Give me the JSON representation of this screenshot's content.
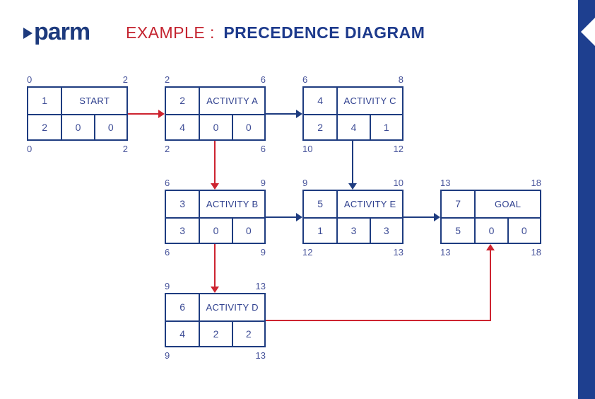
{
  "brand": {
    "logo_text": "parm"
  },
  "title": {
    "prefix": "EXAMPLE :",
    "main": "PRECEDENCE DIAGRAM"
  },
  "colors": {
    "navy": "#1e3c80",
    "red": "#cd2430",
    "title_red": "#c4232f",
    "bar_blue": "#1e3f8f"
  },
  "diagram": {
    "nodes": [
      {
        "name": "START",
        "id": "1",
        "es": "0",
        "ef": "2",
        "ls": "0",
        "lf": "2",
        "bottom": [
          "2",
          "0",
          "0"
        ]
      },
      {
        "name": "ACTIVITY A",
        "id": "2",
        "es": "2",
        "ef": "6",
        "ls": "2",
        "lf": "6",
        "bottom": [
          "4",
          "0",
          "0"
        ]
      },
      {
        "name": "ACTIVITY C",
        "id": "4",
        "es": "6",
        "ef": "8",
        "ls": "10",
        "lf": "12",
        "bottom": [
          "2",
          "4",
          "1"
        ]
      },
      {
        "name": "ACTIVITY B",
        "id": "3",
        "es": "6",
        "ef": "9",
        "ls": "6",
        "lf": "9",
        "bottom": [
          "3",
          "0",
          "0"
        ]
      },
      {
        "name": "ACTIVITY E",
        "id": "5",
        "es": "9",
        "ef": "10",
        "ls": "12",
        "lf": "13",
        "bottom": [
          "1",
          "3",
          "3"
        ]
      },
      {
        "name": "GOAL",
        "id": "7",
        "es": "13",
        "ef": "18",
        "ls": "13",
        "lf": "18",
        "bottom": [
          "5",
          "0",
          "0"
        ]
      },
      {
        "name": "ACTIVITY D",
        "id": "6",
        "es": "9",
        "ef": "13",
        "ls": "9",
        "lf": "13",
        "bottom": [
          "4",
          "2",
          "2"
        ]
      }
    ],
    "connections": [
      {
        "from": "START",
        "to": "ACTIVITY A",
        "color": "red"
      },
      {
        "from": "ACTIVITY A",
        "to": "ACTIVITY C",
        "color": "blue"
      },
      {
        "from": "ACTIVITY A",
        "to": "ACTIVITY B",
        "color": "red"
      },
      {
        "from": "ACTIVITY C",
        "to": "ACTIVITY E",
        "color": "blue"
      },
      {
        "from": "ACTIVITY B",
        "to": "ACTIVITY E",
        "color": "blue"
      },
      {
        "from": "ACTIVITY E",
        "to": "GOAL",
        "color": "blue"
      },
      {
        "from": "ACTIVITY B",
        "to": "ACTIVITY D",
        "color": "red"
      },
      {
        "from": "ACTIVITY D",
        "to": "GOAL",
        "color": "red"
      }
    ]
  }
}
